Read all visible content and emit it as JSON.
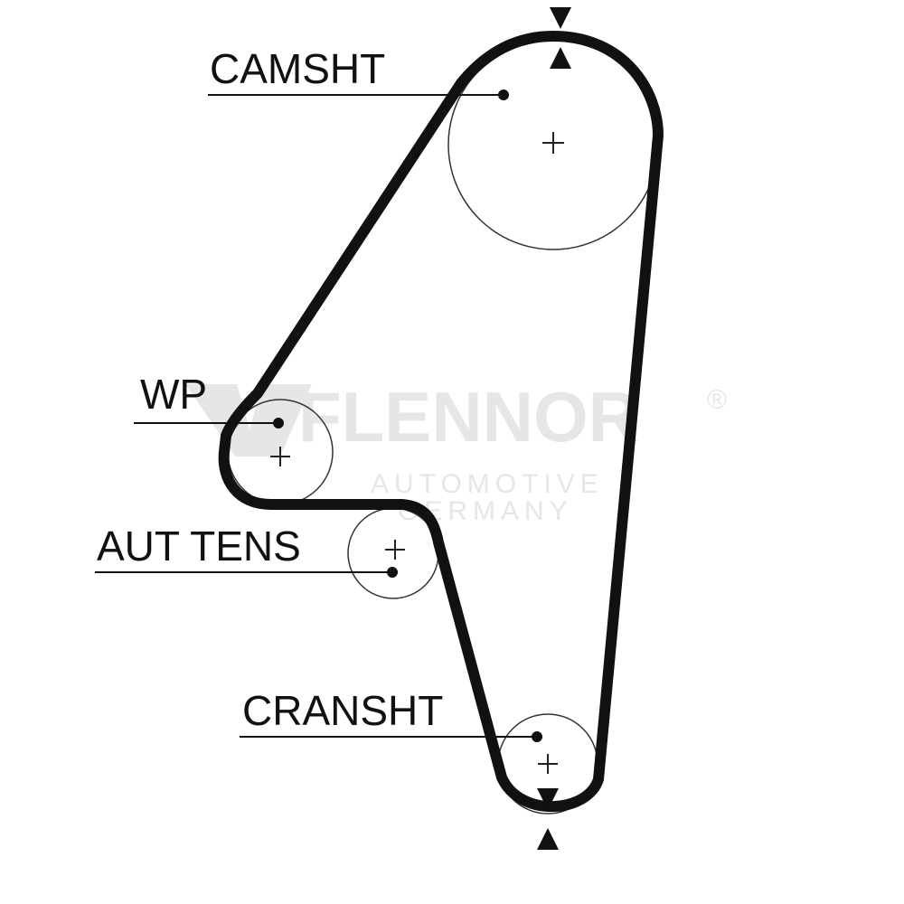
{
  "watermark": {
    "brand": "FLENNOR",
    "registered_mark": "®",
    "subtitle_line1": "AUTOMOTIVE",
    "subtitle_line2": "GERMANY"
  },
  "labels": {
    "camshaft": "CAMSHT",
    "water_pump": "WP",
    "auto_tensioner": "AUT TENS",
    "crankshaft": "CRANSHT"
  },
  "colors": {
    "belt": "#111111",
    "pulley_outline": "#333333",
    "watermark": "#e6e6e6"
  }
}
